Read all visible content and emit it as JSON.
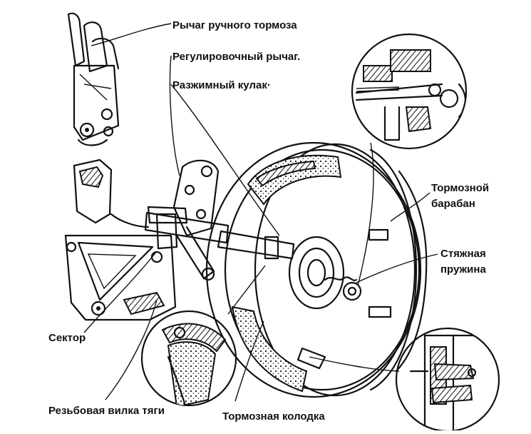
{
  "labels": {
    "handbrake_lever": "Рычаг ручного тормоза",
    "adjusting_lever": "Регулировочный  рычаг.",
    "expanding_cam": "Разжимный кулак·",
    "brake_drum_line1": "Тормозной",
    "brake_drum_line2": "барабан",
    "tension_spring_line1": "Стяжная",
    "tension_spring_line2": "пружина",
    "sector": "Сектор",
    "threaded_fork": "Резьбовая вилка тяги",
    "brake_shoe": "Тормозная колодка"
  }
}
